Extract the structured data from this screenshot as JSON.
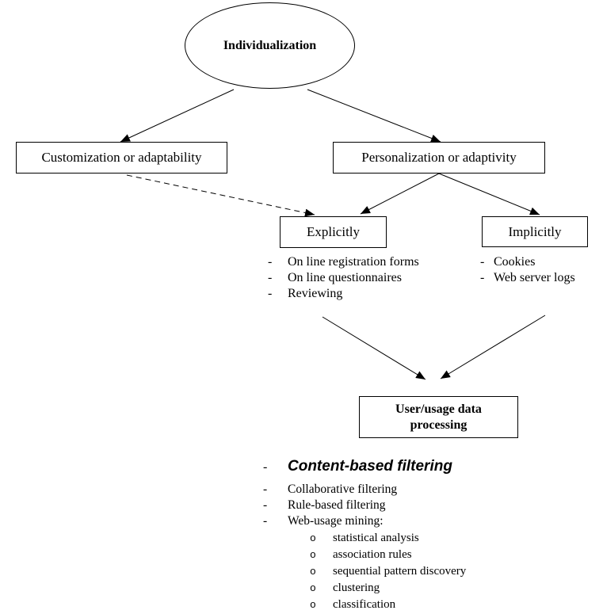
{
  "diagram": {
    "nodes": {
      "root": "Individualization",
      "customization": "Customization or adaptability",
      "personalization": "Personalization or adaptivity",
      "explicit": "Explicitly",
      "implicit": "Implicitly",
      "processing": "User/usage data processing"
    },
    "explicit_methods": [
      "On line registration forms",
      "On line questionnaires",
      "Reviewing"
    ],
    "implicit_methods": [
      "Cookies",
      "Web server logs"
    ],
    "filtering_methods": {
      "highlighted": "Content-based filtering",
      "items": [
        "Collaborative filtering",
        "Rule-based filtering",
        "Web-usage mining:"
      ],
      "web_usage_techniques": [
        "statistical analysis",
        "association rules",
        "sequential pattern discovery",
        "clustering",
        "classification"
      ]
    },
    "bullets": {
      "dash": "-",
      "circle": "o"
    },
    "colors": {
      "line": "#000000",
      "background": "#ffffff",
      "text": "#000000"
    }
  }
}
